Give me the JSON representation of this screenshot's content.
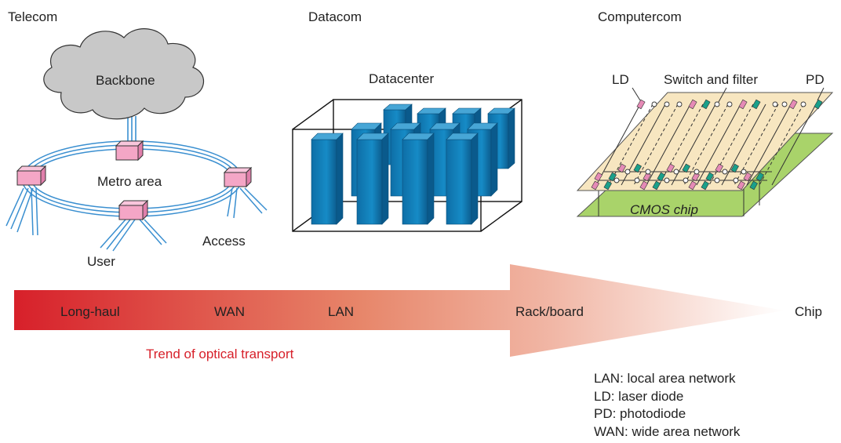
{
  "sections": {
    "telecom": "Telecom",
    "datacom": "Datacom",
    "computercom": "Computercom"
  },
  "telecom_labels": {
    "backbone": "Backbone",
    "metro": "Metro area",
    "access": "Access",
    "user": "User"
  },
  "datacom_labels": {
    "datacenter": "Datacenter"
  },
  "computercom_labels": {
    "ld": "LD",
    "switch": "Switch and filter",
    "pd": "PD",
    "cmos": "CMOS chip"
  },
  "arrow": {
    "stages": [
      "Long-haul",
      "WAN",
      "LAN",
      "Rack/board",
      "Chip"
    ],
    "caption": "Trend of optical transport",
    "colors": {
      "start": "#d7202a",
      "end": "#ffffff",
      "caption": "#d7202a"
    }
  },
  "legend": [
    "LAN: local area network",
    "LD: laser diode",
    "PD: photodiode",
    "WAN: wide area network"
  ],
  "colors": {
    "cloud": "#c8c8c8",
    "node": "#f4a6c6",
    "fiber": "#3a8fd0",
    "rack": "#1487c0",
    "chip_plate": "#f7e6c0",
    "cmos": "#a9d36a",
    "ld": "#e58ab6",
    "pd": "#1aa08a"
  }
}
